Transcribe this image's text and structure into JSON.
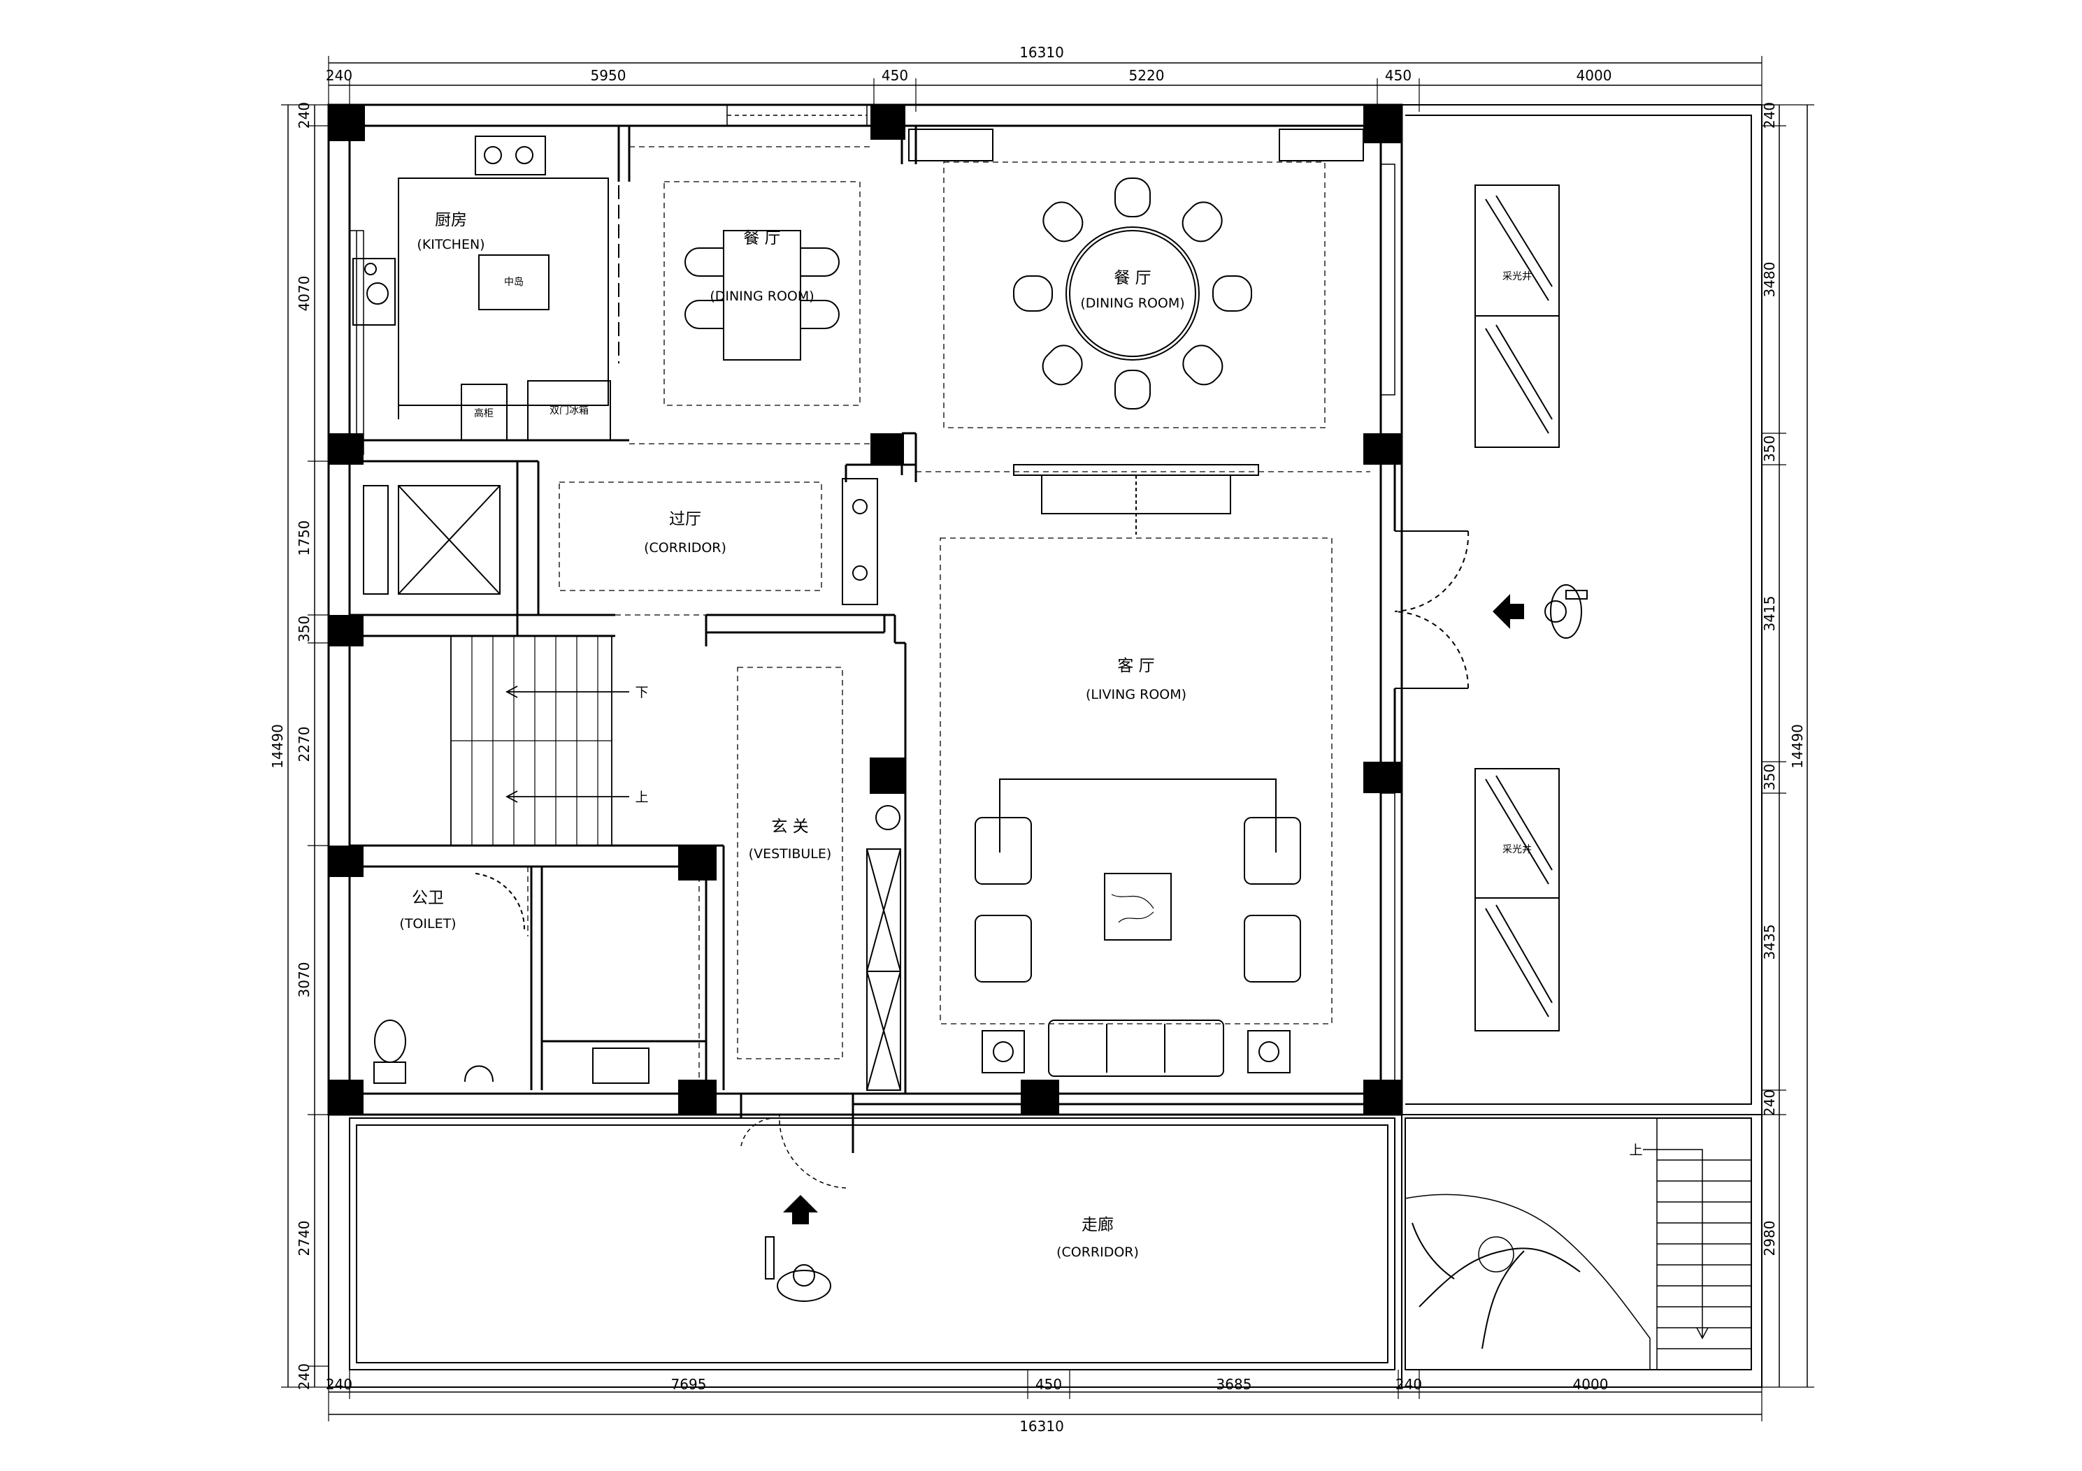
{
  "dims": {
    "top_total": "16310",
    "top": [
      "240",
      "5950",
      "450",
      "5220",
      "450",
      "4000"
    ],
    "bottom": [
      "240",
      "7695",
      "450",
      "3685",
      "240",
      "4000"
    ],
    "bottom_total": "16310",
    "left_total": "14490",
    "left": [
      "240",
      "4070",
      "1750",
      "350",
      "2270",
      "3070",
      "2740",
      "240"
    ],
    "right_total": "14490",
    "right": [
      "240",
      "3480",
      "350",
      "3415",
      "350",
      "3435",
      "240",
      "2980"
    ]
  },
  "rooms": {
    "kitchen": {
      "zh": "厨房",
      "en": "(KITCHEN)"
    },
    "island": "中岛",
    "fridge": "双门冰箱",
    "cabinet": "高柜",
    "dining_small": {
      "zh": "餐 厅",
      "en": "(DINING ROOM)"
    },
    "dining_large": {
      "zh": "餐 厅",
      "en": "(DINING ROOM)"
    },
    "corridor_inner": {
      "zh": "过厅",
      "en": "(CORRIDOR)"
    },
    "living": {
      "zh": "客 厅",
      "en": "(LIVING ROOM)"
    },
    "vestibule": {
      "zh": "玄 关",
      "en": "(VESTIBULE)"
    },
    "toilet": {
      "zh": "公卫",
      "en": "(TOILET)"
    },
    "corridor_outer": {
      "zh": "走廊",
      "en": "(CORRIDOR)"
    },
    "lightwell_top": "采光井",
    "lightwell_bottom": "采光井"
  },
  "stairs": {
    "down": "下",
    "up": "上",
    "garden_up": "上"
  }
}
